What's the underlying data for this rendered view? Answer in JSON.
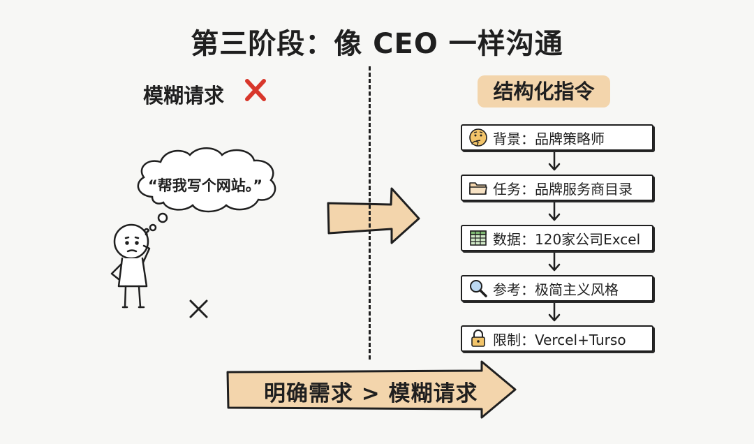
{
  "title": "第三阶段：像 CEO 一样沟通",
  "left": {
    "heading": "模糊请求",
    "speech": "“帮我写个网站。”"
  },
  "right": {
    "heading": "结构化指令",
    "steps": [
      {
        "icon": "thinking-face-icon",
        "text": "背景：品牌策略师"
      },
      {
        "icon": "folder-icon",
        "text": "任务：品牌服务商目录"
      },
      {
        "icon": "spreadsheet-icon",
        "text": "数据：120家公司Excel"
      },
      {
        "icon": "magnifier-icon",
        "text": "参考：极简主义风格"
      },
      {
        "icon": "lock-icon",
        "text": "限制：Vercel+Turso"
      }
    ]
  },
  "bottom": {
    "banner": "明确需求 > 模糊请求"
  },
  "colors": {
    "accent": "#f3d5ac",
    "cross": "#d8372b",
    "ink": "#1f1f1f"
  }
}
